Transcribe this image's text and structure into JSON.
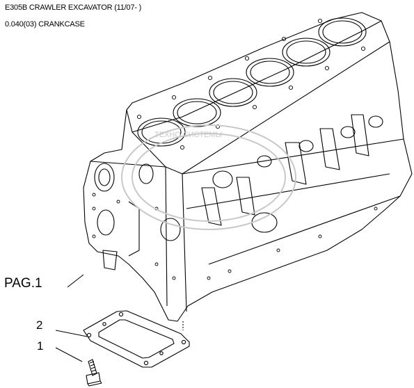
{
  "header": {
    "model": "E305B CRAWLER EXCAVATOR (11/07- )",
    "group": "0.040(03) CRANKCASE"
  },
  "callouts": [
    {
      "label": "PAG.1",
      "part": "crankcase-block"
    },
    {
      "label": "2",
      "part": "gasket"
    },
    {
      "label": "1",
      "part": "screw"
    }
  ],
  "watermark": {
    "text": "ТЕХНО СИСТЕМЫ"
  },
  "colors": {
    "line": "#000000",
    "watermark": "#c8c8c8",
    "background": "#ffffff"
  }
}
